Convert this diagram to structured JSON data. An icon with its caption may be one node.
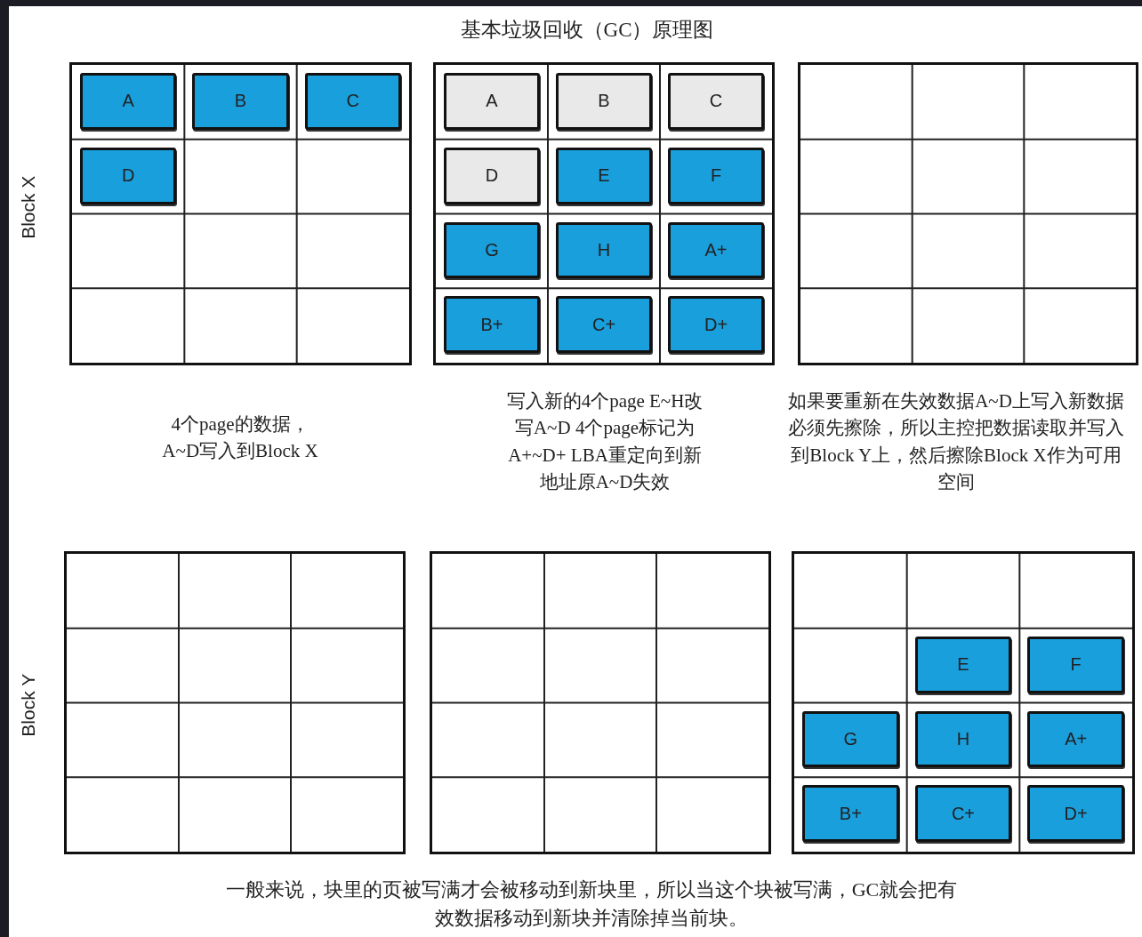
{
  "diagram": {
    "title": "基本垃圾回收（GC）原理图",
    "caption": "一般来说，块里的页被写满才会被移动到新块里，所以当这个块被写满，GC就会把有效数据移动到新块并清除掉当前块。",
    "nodes": [
      {
        "text": [],
        "shape": "box"
      },
      {
        "text": [
          "A"
        ],
        "in": 0
      },
      {
        "text": [
          "B"
        ],
        "in": 0
      },
      {
        "text": [
          "C"
        ],
        "in": 0
      },
      {
        "text": [
          "D"
        ],
        "in": 0
      },
      {
        "text": [],
        "shape": "box"
      },
      {
        "text": [
          "A"
        ],
        "in": 5
      },
      {
        "text": [
          "B"
        ],
        "in": 5
      },
      {
        "text": [
          "C"
        ],
        "in": 5
      },
      {
        "text": [
          "D"
        ],
        "in": 5
      },
      {
        "text": [
          "E"
        ],
        "in": 5
      },
      {
        "text": [
          "F"
        ],
        "in": 5
      },
      {
        "text": [
          "G"
        ],
        "in": 5
      },
      {
        "text": [
          "H"
        ],
        "in": 5
      },
      {
        "text": [
          "A+"
        ],
        "in": 5
      },
      {
        "text": [
          "B+"
        ],
        "in": 5
      },
      {
        "text": [
          "C+"
        ],
        "in": 5
      },
      {
        "text": [
          "D+"
        ],
        "in": 5
      },
      {
        "text": [],
        "shape": "box"
      },
      {
        "text": [],
        "shape": "box"
      },
      {
        "text": [],
        "shape": "box"
      },
      {
        "text": [],
        "shape": "box"
      },
      {
        "text": [
          "E"
        ],
        "in": 21
      },
      {
        "text": [
          "F"
        ],
        "in": 21
      },
      {
        "text": [
          "G"
        ],
        "in": 21
      },
      {
        "text": [
          "H"
        ],
        "in": 21
      },
      {
        "text": [
          "A+"
        ],
        "in": 21
      },
      {
        "text": [
          "B+"
        ],
        "in": 21
      },
      {
        "text": [
          "C+"
        ],
        "in": 21
      },
      {
        "text": [
          "D+"
        ],
        "in": 21
      }
    ],
    "labels": [
      "Block X",
      "4个page的数据，A~D写入到Block X",
      "写入新的4个page E~H改写A~D 4个page标记为A+~D+ LBA重定向到新地址原A~D失效",
      "如果要重新在失效数据A~D上写入新数据必须先擦除，所以主控把数据读取并写入到Block Y上，然后擦除Block X作为可用空间",
      "Block Y"
    ]
  }
}
